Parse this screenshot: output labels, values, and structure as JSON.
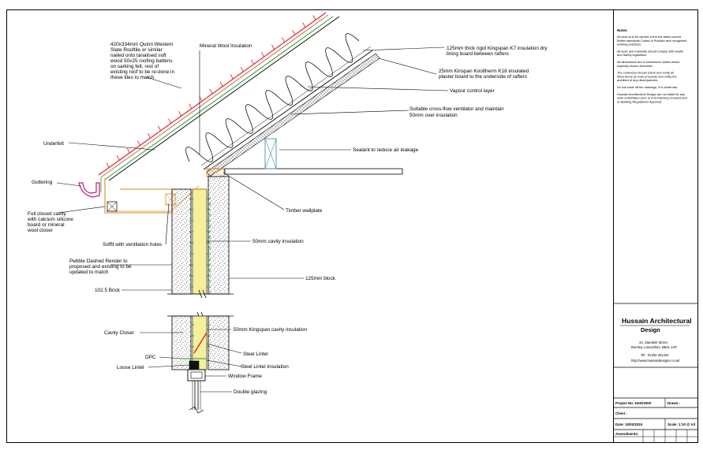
{
  "labels": {
    "slate": [
      "420x334mm Quinn Western",
      "Slate Rooftile or similar",
      "nailed onto tanalised soft",
      "wood 50x25 roofing battens",
      "on sarking felt, rest of",
      "existing roof to be re-done in",
      "these tiles to match"
    ],
    "mineral_wool": "Mineral Wool Insulation",
    "k7": [
      "125mm thick rigid Kingspan K7 insulation dry",
      "lining board between rafters"
    ],
    "k18": [
      "25mm Kinspan Kooltherm K18 insulated",
      "plaster board to the underside of rafters"
    ],
    "vapour": "Vapour control layer",
    "ventilator": [
      "Suitable cross-flow ventilator and maintain",
      "50mm over insulation"
    ],
    "underfelt": "Underfelt",
    "sealant": "Sealant to reduce air leakage",
    "guttering": "Guttering",
    "timber_wallplate": "Timber wallplate",
    "cavity_closed": [
      "Full closed cavity",
      "with calcium silicone",
      "board or mineral",
      "wool closer"
    ],
    "soffit": "Soffit with ventilation holes",
    "cavity_insulation": "50mm cavity insulation",
    "render": [
      "Pebble Dashed Render to",
      "proposed and existing to be",
      "updated to match"
    ],
    "block": "125mm block",
    "brick": "102.5 Brick",
    "cavity_closer": "Cavity Closer",
    "kingspan_cavity": "50mm Kingspan cavity insulation",
    "dpc": "DPC",
    "steel_lintel": "Steel Lintel",
    "loose_lintel": "Loose Lintel",
    "steel_lintel_insulation": "Steel Lintel Insulation",
    "window_frame": "Window Frame",
    "double_glazing": "Double glazing"
  },
  "notes": {
    "heading": "Notes:",
    "paragraphs": [
      [
        "All work is to be carried out to the latest current",
        "British standards Codes of Practice and recognised",
        "working practices."
      ],
      [
        "All work and materials should comply with Health",
        "and Safety legislation."
      ],
      [
        "All dimensions are in millimetres unless where",
        "explicitly shown otherwise."
      ],
      [
        "The contractor should check and verify all",
        "dimensions as work proceeds and notify the",
        "architect of any discrepancies."
      ],
      [
        "Do not scale off the drawings, if in doubt ask."
      ],
      [
        "Hussain Architectural Design are not liable for any",
        "work undertaken prior to Full Planning Consent and",
        "or Building Regulations Approval"
      ]
    ]
  },
  "title_block": {
    "firm_line1": "Hussain Architectural",
    "firm_line2": "Design",
    "address": [
      "44, Standish Street,",
      "Burnley, Lancashire, BB11 1AP"
    ],
    "tel": "Tel : 01282 451424",
    "web": "http://www.hussaindesigns.co.uk/",
    "project_no": "Project No: HAD/2000",
    "drawn": "Drawn : ",
    "client": "Client : ",
    "date": "Date: 10/02/2015",
    "scale": "Scale: 1:10 @ A3",
    "amendments": "Amendments:"
  },
  "colors": {
    "line": "#000000",
    "tile_red": "#d21e1e",
    "felt_green": "#1f9d2b",
    "timber": "#d88a1e",
    "cavity_yellow": "#f6ef9c",
    "gutter": "#c2187a",
    "vent_blue": "#4f8fb0"
  }
}
